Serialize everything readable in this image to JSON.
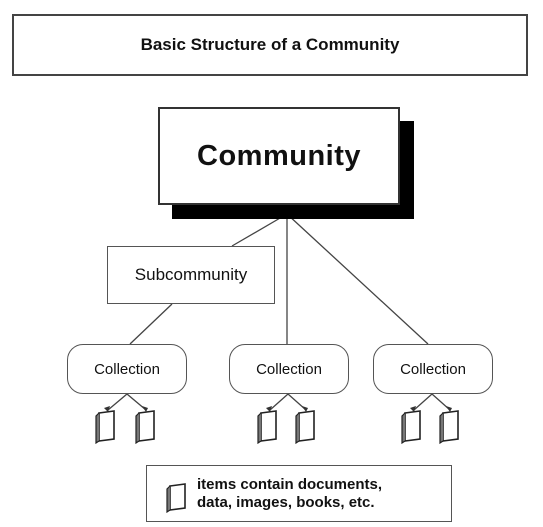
{
  "title": "Basic Structure of a Community",
  "community": {
    "label": "Community"
  },
  "subcommunity": {
    "label": "Subcommunity"
  },
  "collections": [
    {
      "label": "Collection"
    },
    {
      "label": "Collection"
    },
    {
      "label": "Collection"
    }
  ],
  "legend": {
    "icon": "document-icon",
    "text": "items contain documents,\ndata, images, books, etc."
  },
  "colors": {
    "shadow": "#000000",
    "border": "#444444",
    "background": "#ffffff"
  }
}
